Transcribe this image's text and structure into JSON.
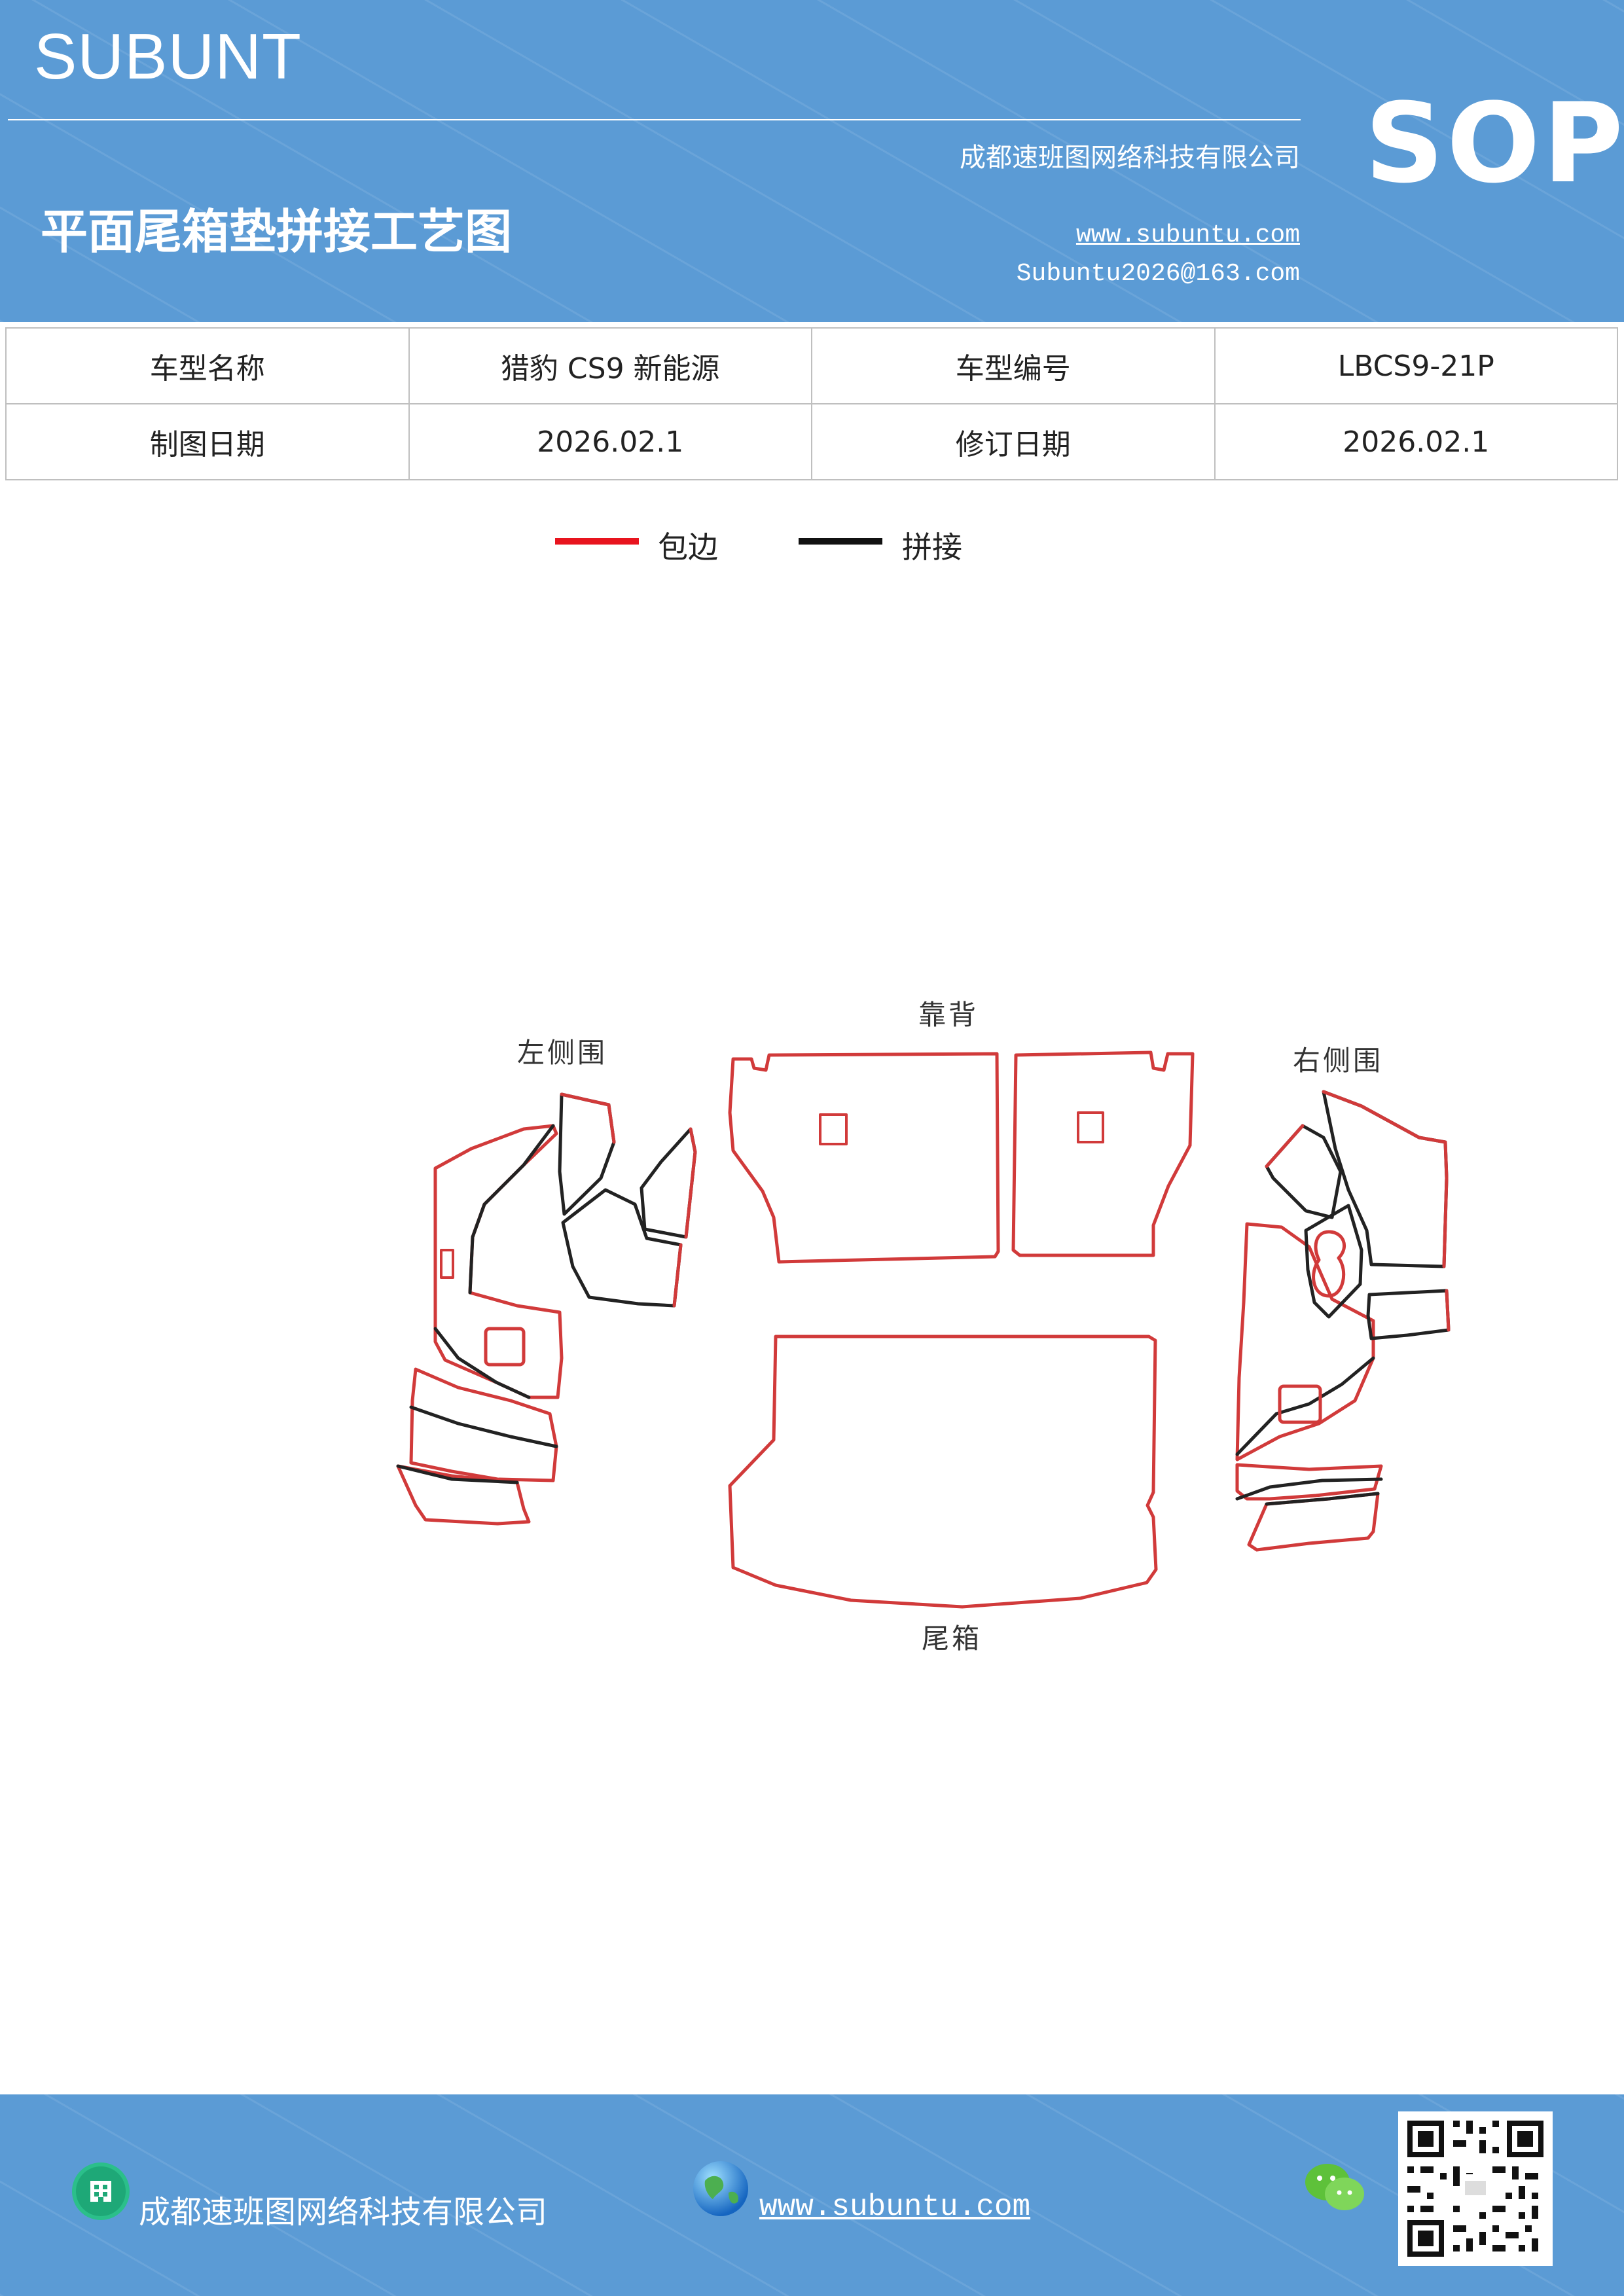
{
  "header": {
    "brand": "SUBUNT",
    "company": "成都速班图网络科技有限公司",
    "title": "平面尾箱垫拼接工艺图",
    "website": "www.subuntu.com",
    "email": "Subuntu2026@163.com",
    "badge": "SOP"
  },
  "info": {
    "rows": [
      [
        "车型名称",
        "猎豹 CS9 新能源",
        "车型编号",
        "LBCS9-21P"
      ],
      [
        "制图日期",
        "2026.02.1",
        "修订日期",
        "2026.02.1"
      ]
    ]
  },
  "legend": [
    {
      "label": "包边",
      "color": "#e8141e"
    },
    {
      "label": "拼接",
      "color": "#111111"
    }
  ],
  "diagram": {
    "labels": {
      "left": "左侧围",
      "back": "靠背",
      "right": "右侧围",
      "trunk": "尾箱"
    },
    "colors": {
      "edge": "#d13a3a",
      "seam": "#222222"
    }
  },
  "footer": {
    "company": "成都速班图网络科技有限公司",
    "website": "www.subuntu.com",
    "icons": [
      "building-icon",
      "globe-icon",
      "wechat-icon",
      "qr-code"
    ]
  }
}
